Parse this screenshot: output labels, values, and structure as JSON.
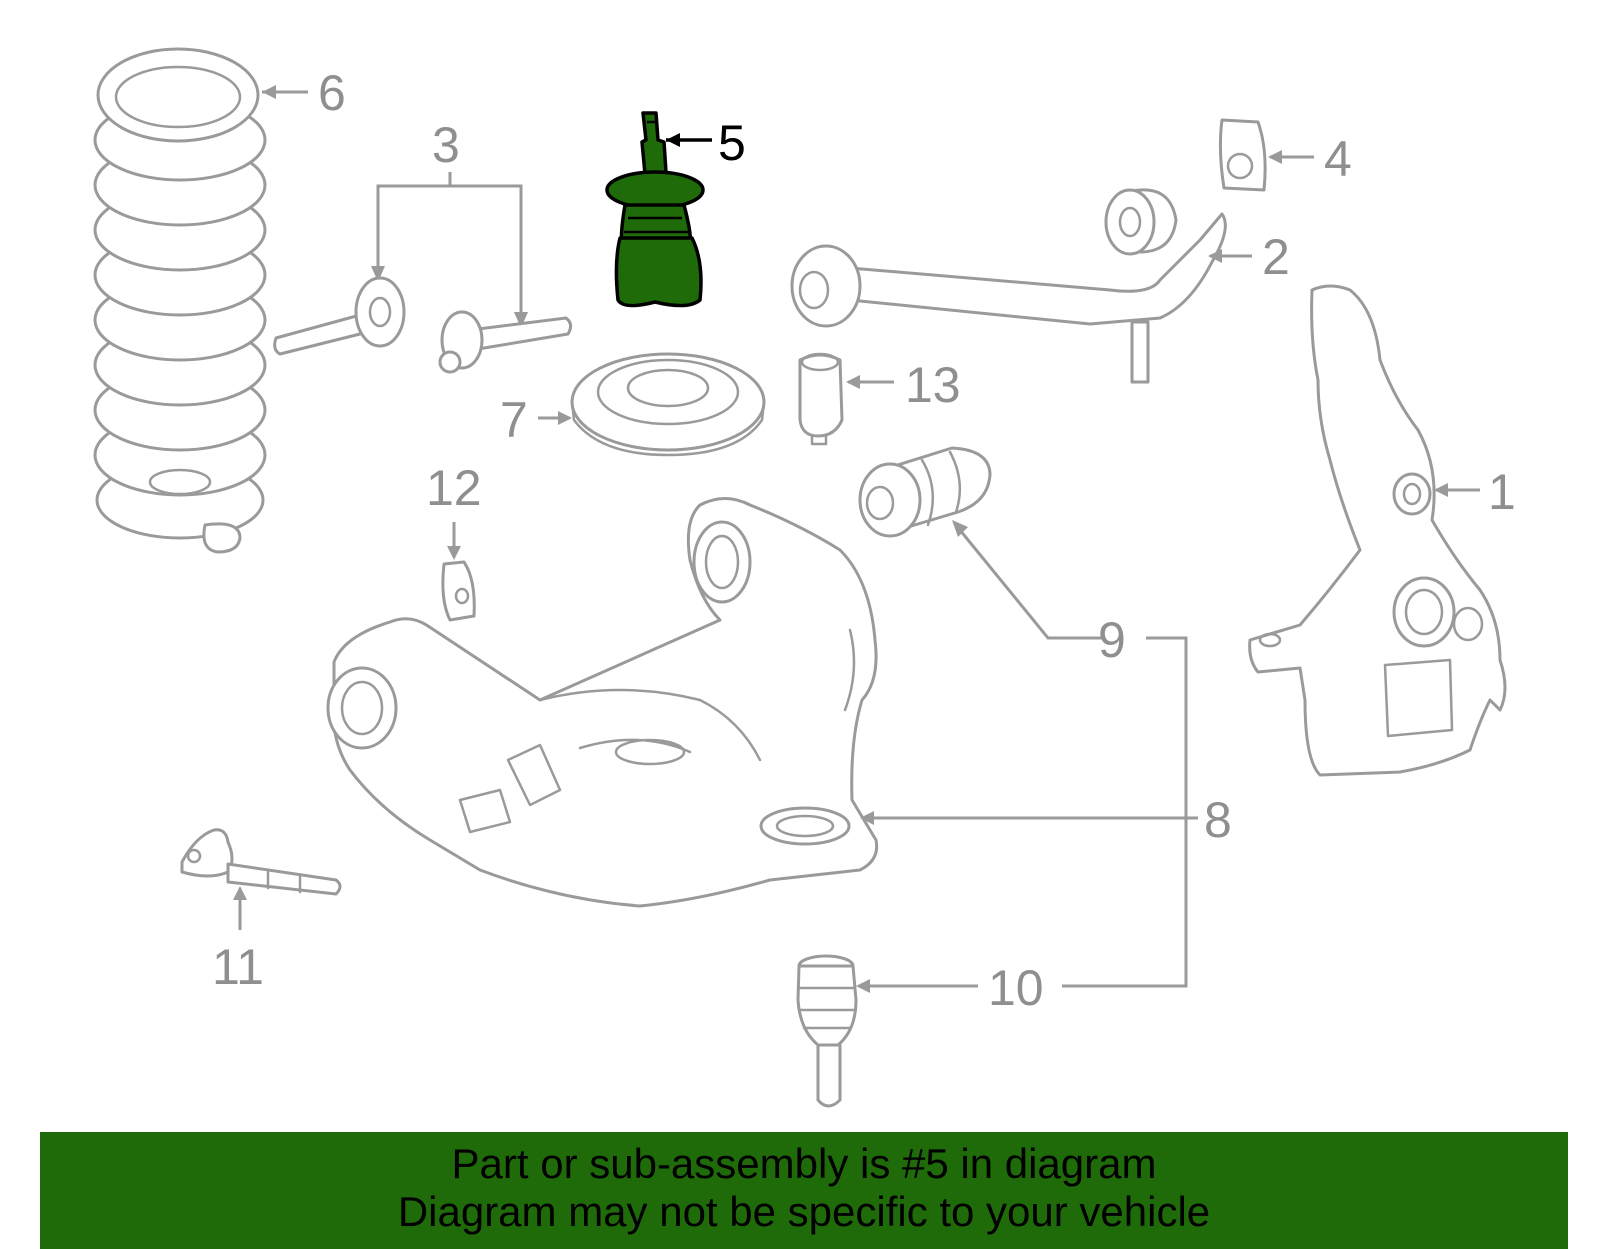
{
  "banner": {
    "line1": "Part or sub-assembly is #5 in diagram",
    "line2": "Diagram may not be specific to your vehicle"
  },
  "callouts": {
    "c1": "1",
    "c2": "2",
    "c3": "3",
    "c4": "4",
    "c5": "5",
    "c6": "6",
    "c7": "7",
    "c8": "8",
    "c9": "9",
    "c10": "10",
    "c11": "11",
    "c12": "12",
    "c13": "13"
  },
  "colors": {
    "highlight": "#1f6b0a",
    "part_outline": "#9a9a9a",
    "callout_text": "#8f8f8f"
  }
}
